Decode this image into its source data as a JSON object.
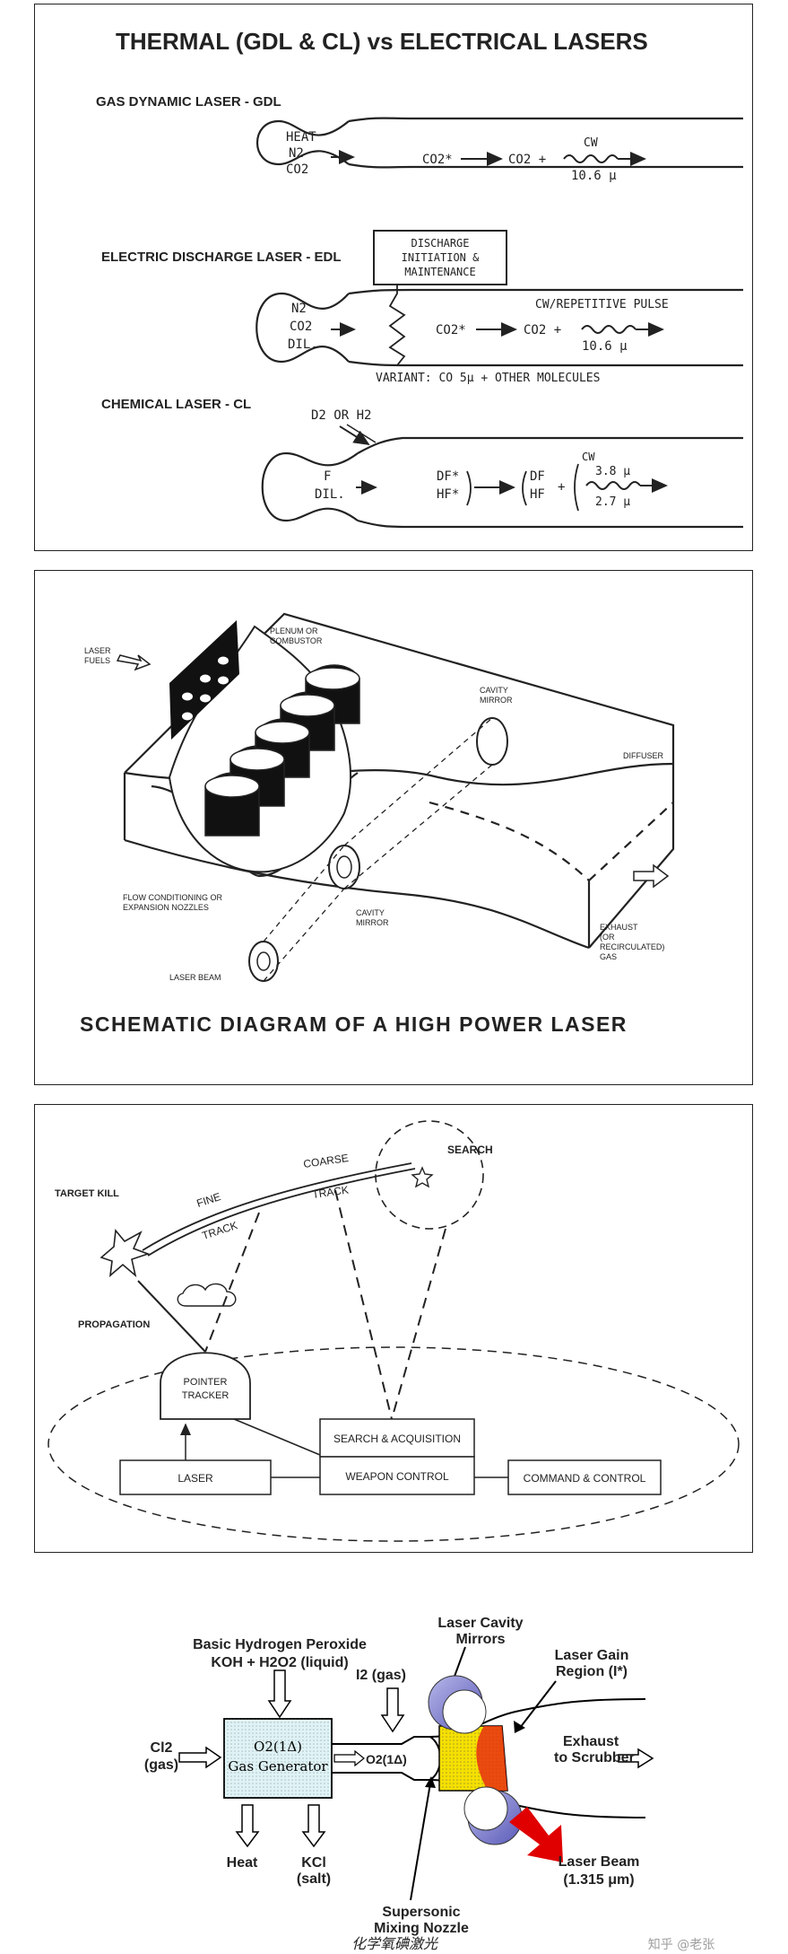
{
  "panel1": {
    "title": "THERMAL (GDL & CL) vs ELECTRICAL LASERS",
    "gdl": {
      "label": "GAS DYNAMIC LASER - GDL",
      "inputs": [
        "HEAT",
        "N2",
        "CO2"
      ],
      "reaction_from": "CO2*",
      "reaction_to": "CO2 +",
      "output_top": "CW",
      "output_bottom": "10.6 μ"
    },
    "edl": {
      "label": "ELECTRIC DISCHARGE LASER - EDL",
      "box_lines": [
        "DISCHARGE",
        "INITIATION &",
        "MAINTENANCE"
      ],
      "inputs": [
        "N2",
        "CO2",
        "DIL."
      ],
      "reaction_from": "CO2*",
      "reaction_to": "CO2 +",
      "output_top": "CW/REPETITIVE PULSE",
      "output_bottom": "10.6 μ",
      "variant": "VARIANT: CO 5μ + OTHER MOLECULES"
    },
    "cl": {
      "label": "CHEMICAL LASER - CL",
      "injector": "D2 OR H2",
      "inputs": [
        "F",
        "DIL."
      ],
      "products": [
        "DF*",
        "HF*"
      ],
      "ground": [
        "DF",
        "HF"
      ],
      "output_top": "CW",
      "output_1": "3.8 μ",
      "output_2": "2.7 μ"
    }
  },
  "panel2": {
    "caption": "SCHEMATIC DIAGRAM OF A HIGH POWER LASER",
    "labels": {
      "fuels": [
        "LASER",
        "FUELS"
      ],
      "plenum": [
        "PLENUM OR",
        "COMBUSTOR"
      ],
      "cavity_top": [
        "CAVITY",
        "MIRROR"
      ],
      "diffuser": "DIFFUSER",
      "nozzles": [
        "FLOW CONDITIONING OR",
        "EXPANSION NOZZLES"
      ],
      "cavity_bottom": [
        "CAVITY",
        "MIRROR"
      ],
      "beam": "LASER BEAM",
      "exhaust": [
        "EXHAUST",
        "(OR",
        "RECIRCULATED)",
        "GAS"
      ]
    }
  },
  "panel3": {
    "target_kill": "TARGET KILL",
    "propagation": "PROPAGATION",
    "fine": "FINE",
    "track1": "TRACK",
    "coarse": "COARSE",
    "track2": "TRACK",
    "search": "SEARCH",
    "pointer": [
      "POINTER",
      "TRACKER"
    ],
    "laser": "LASER",
    "search_acq": "SEARCH & ACQUISITION",
    "weapon": "WEAPON CONTROL",
    "command": "COMMAND & CONTROL"
  },
  "panel4": {
    "bhp": [
      "Basic Hydrogen Peroxide",
      "KOH + H2O2 (liquid)"
    ],
    "cavity": [
      "Laser Cavity",
      "Mirrors"
    ],
    "gain": [
      "Laser Gain",
      "Region (I*)"
    ],
    "i2": "I2 (gas)",
    "cl2": [
      "Cl2",
      "(gas)"
    ],
    "generator": [
      "O2(1Δ)",
      "Gas Generator"
    ],
    "o2": "O2(1Δ)",
    "exhaust": [
      "Exhaust",
      "to Scrubber"
    ],
    "heat": "Heat",
    "kcl": [
      "KCl",
      "(salt)"
    ],
    "nozzle": [
      "Supersonic",
      "Mixing Nozzle"
    ],
    "beam": [
      "Laser Beam",
      "(1.315 μm)"
    ],
    "caption": "化学氧碘激光",
    "watermark": "知乎 @老张"
  },
  "colors": {
    "ink": "#222222",
    "gain_yellow": "#f5e000",
    "gain_red": "#e83010",
    "beam_red": "#e00000",
    "mirror_blue": "#8a8ad8",
    "generator_fill": "#dff3f6"
  }
}
